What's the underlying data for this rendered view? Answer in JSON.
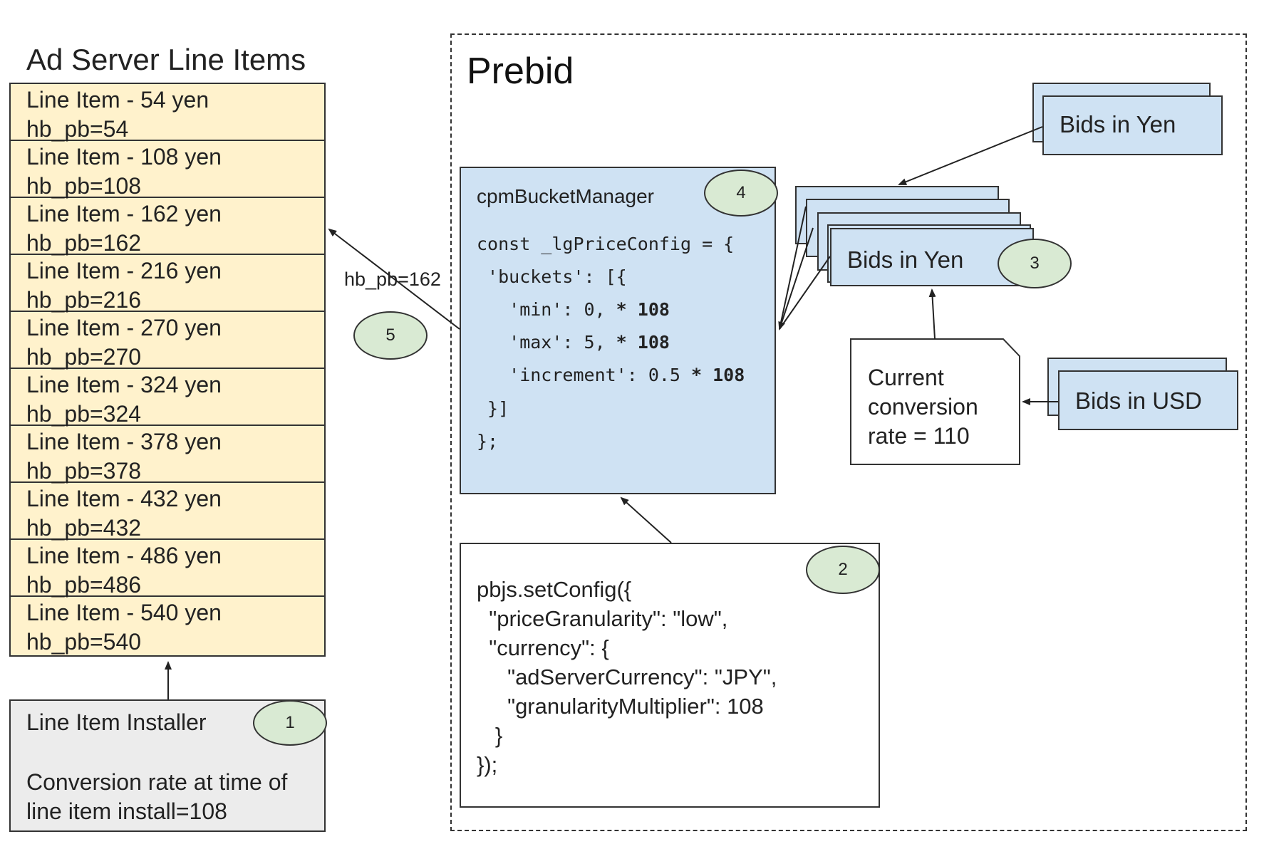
{
  "left": {
    "title": "Ad Server Line Items",
    "line_items": [
      {
        "label": "Line Item - 54 yen",
        "key": "hb_pb=54"
      },
      {
        "label": "Line Item - 108 yen",
        "key": "hb_pb=108"
      },
      {
        "label": "Line Item - 162 yen",
        "key": "hb_pb=162"
      },
      {
        "label": "Line Item - 216 yen",
        "key": "hb_pb=216"
      },
      {
        "label": "Line Item - 270 yen",
        "key": "hb_pb=270"
      },
      {
        "label": "Line Item - 324 yen",
        "key": "hb_pb=324"
      },
      {
        "label": "Line Item - 378 yen",
        "key": "hb_pb=378"
      },
      {
        "label": "Line Item - 432 yen",
        "key": "hb_pb=432"
      },
      {
        "label": "Line Item - 486 yen",
        "key": "hb_pb=486"
      },
      {
        "label": "Line Item - 540 yen",
        "key": "hb_pb=540"
      }
    ],
    "installer": {
      "title": "Line Item Installer",
      "line1": "Conversion rate at time of",
      "line2": "line item install=108",
      "badge": "1"
    }
  },
  "prebid": {
    "title": "Prebid",
    "cpm": {
      "title": "cpmBucketManager",
      "badge": "4",
      "code": {
        "l1": "const _lgPriceConfig = {",
        "l2": " 'buckets': [{",
        "l3a": "   'min': 0, ",
        "l3b": "* 108",
        "l4a": "   'max': 5, ",
        "l4b": "* 108",
        "l5a": "   'increment': 0.5 ",
        "l5b": "* 108",
        "l6": " }]",
        "l7": "};"
      }
    },
    "config": {
      "badge": "2",
      "lines": [
        "pbjs.setConfig({",
        "  \"priceGranularity\": \"low\",",
        "  \"currency\": {",
        "     \"adServerCurrency\": \"JPY\",",
        "     \"granularityMultiplier\": 108",
        "   }",
        "});"
      ]
    },
    "bids_yen_top": "Bids in Yen",
    "bids_yen_stack": "Bids in Yen",
    "bids_yen_badge": "3",
    "bids_usd": "Bids in USD",
    "conversion": {
      "line1": "Current",
      "line2": "conversion",
      "line3": "rate = 110"
    },
    "edge_label": "hb_pb=162",
    "edge_badge": "5"
  }
}
